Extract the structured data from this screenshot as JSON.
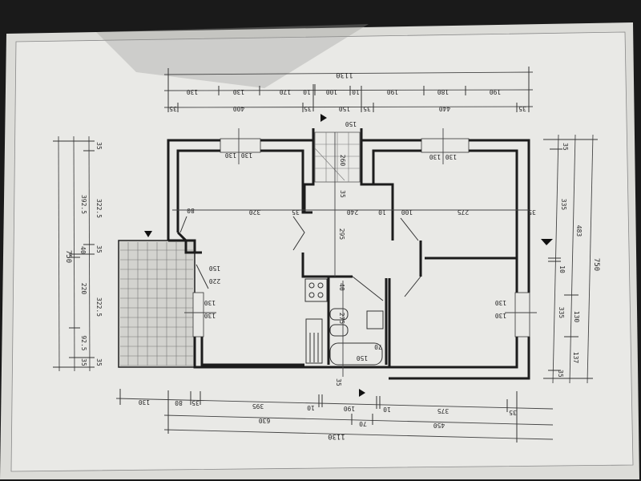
{
  "plan": {
    "top": {
      "overall": "1130",
      "segments": [
        "130",
        "130",
        "170",
        "10",
        "100",
        "10",
        "190",
        "180",
        "190"
      ],
      "walls": [
        "35",
        "400",
        "35",
        "150",
        "35",
        "440",
        "35"
      ]
    },
    "bottom": {
      "segments": [
        "130",
        "80",
        "35",
        "395",
        "10",
        "190",
        "10",
        "375",
        "35"
      ],
      "middle": [
        "630",
        "70",
        "450"
      ],
      "overall": "1130"
    },
    "left": {
      "overall": "750",
      "middle": [
        "392.5",
        "40",
        "220",
        "92.5",
        "35"
      ],
      "inner": [
        "35",
        "322.5",
        "35",
        "322.5",
        "35"
      ]
    },
    "right": {
      "inner": [
        "35",
        "335",
        "10",
        "335",
        "35"
      ],
      "middle": [
        "483",
        "130",
        "137"
      ],
      "overall": "750"
    },
    "interior": {
      "top_left_window": [
        "130",
        "130"
      ],
      "top_right_window": [
        "130",
        "130"
      ],
      "left_window": [
        "130",
        "130"
      ],
      "left_door": [
        "150",
        "220"
      ],
      "right_window": [
        "130",
        "130"
      ],
      "stair": "260",
      "stair_landing": "35",
      "living_row": [
        "80",
        "320",
        "35",
        "240",
        "10",
        "100",
        "275",
        "35"
      ],
      "corridor_height": "295",
      "kitchen_gap": "40",
      "bath_height": "275",
      "bath_window": [
        "150",
        "70"
      ],
      "bath_wall": "35",
      "stair_width": "150"
    }
  }
}
